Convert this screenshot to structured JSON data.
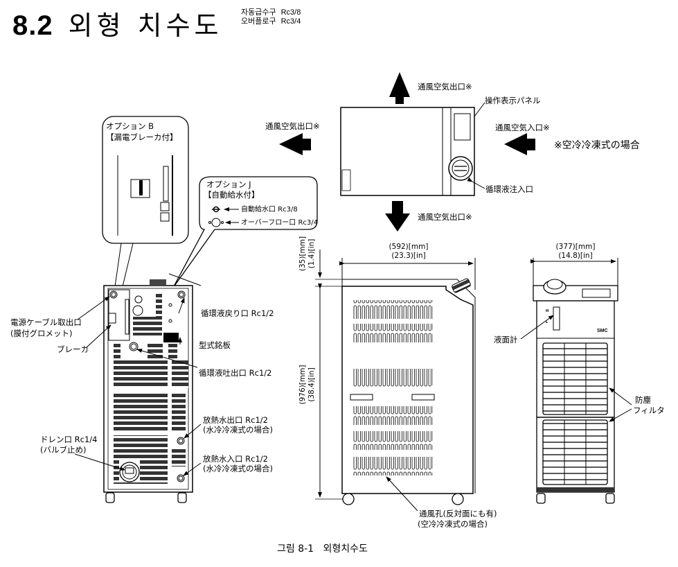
{
  "header": {
    "section_number": "8.2",
    "section_title": "외형 치수도",
    "notes": [
      {
        "label": "자동급수구",
        "value": "Rc3/8"
      },
      {
        "label": "오버플로구",
        "value": "Rc3/4"
      }
    ]
  },
  "top_view": {
    "vent_outlet_top": "通風空気出口※",
    "vent_outlet_left": "通風空気出口※",
    "vent_outlet_bottom": "通風空気出口※",
    "vent_inlet": "通風空気入口※",
    "control_panel": "操作表示パネル",
    "fill_port": "循環液注入口",
    "air_cooled_note": "※空冷冷凍式の場合"
  },
  "option_b": {
    "title": "オプション B",
    "subtitle": "【漏電ブレーカ付】"
  },
  "option_j": {
    "title": "オプション J",
    "subtitle": "【自動給水付】",
    "items": [
      {
        "icon": "auto-water-port-icon",
        "label": "自動給水口 Rc3/8"
      },
      {
        "icon": "overflow-port-icon",
        "label": "オーバーフロー口 Rc3/4"
      }
    ]
  },
  "rear_view": {
    "labels": {
      "cable_entry": "電源ケーブル取出口",
      "cable_entry_sub": "(膜付グロメット)",
      "breaker": "ブレーカ",
      "return_port": "循環液戻り口 Rc1/2",
      "nameplate": "型式銘板",
      "outlet_port": "循環液吐出口 Rc1/2",
      "drain": "ドレン口 Rc1/4",
      "drain_sub": "(バルブ止め)",
      "heat_water_out": "放熱水出口 Rc1/2",
      "heat_water_out_sub": "(水冷冷凍式の場合)",
      "heat_water_in": "放熱水入口 Rc1/2",
      "heat_water_in_sub": "(水冷冷凍式の場合)"
    }
  },
  "side_view": {
    "width_mm": "(592)[mm]",
    "width_in": "(23.3)[in]",
    "top_offset_mm": "(35)[mm]",
    "top_offset_in": "(1.4)[in]",
    "height_mm": "(976)[mm]",
    "height_in": "(38.4)[in]",
    "vent_holes": "通風孔(反対面にも有)",
    "vent_holes_sub": "(空冷冷凍式の場合)"
  },
  "front_view": {
    "width_mm": "(377)[mm]",
    "width_in": "(14.8)[in]",
    "level_gauge": "液面計",
    "level_h": "H",
    "level_l": "L",
    "brand": "SMC",
    "dust_filter": "防塵",
    "dust_filter_2": "フィルタ"
  },
  "caption": {
    "figure": "그림 8-1",
    "title": "외형치수도"
  }
}
